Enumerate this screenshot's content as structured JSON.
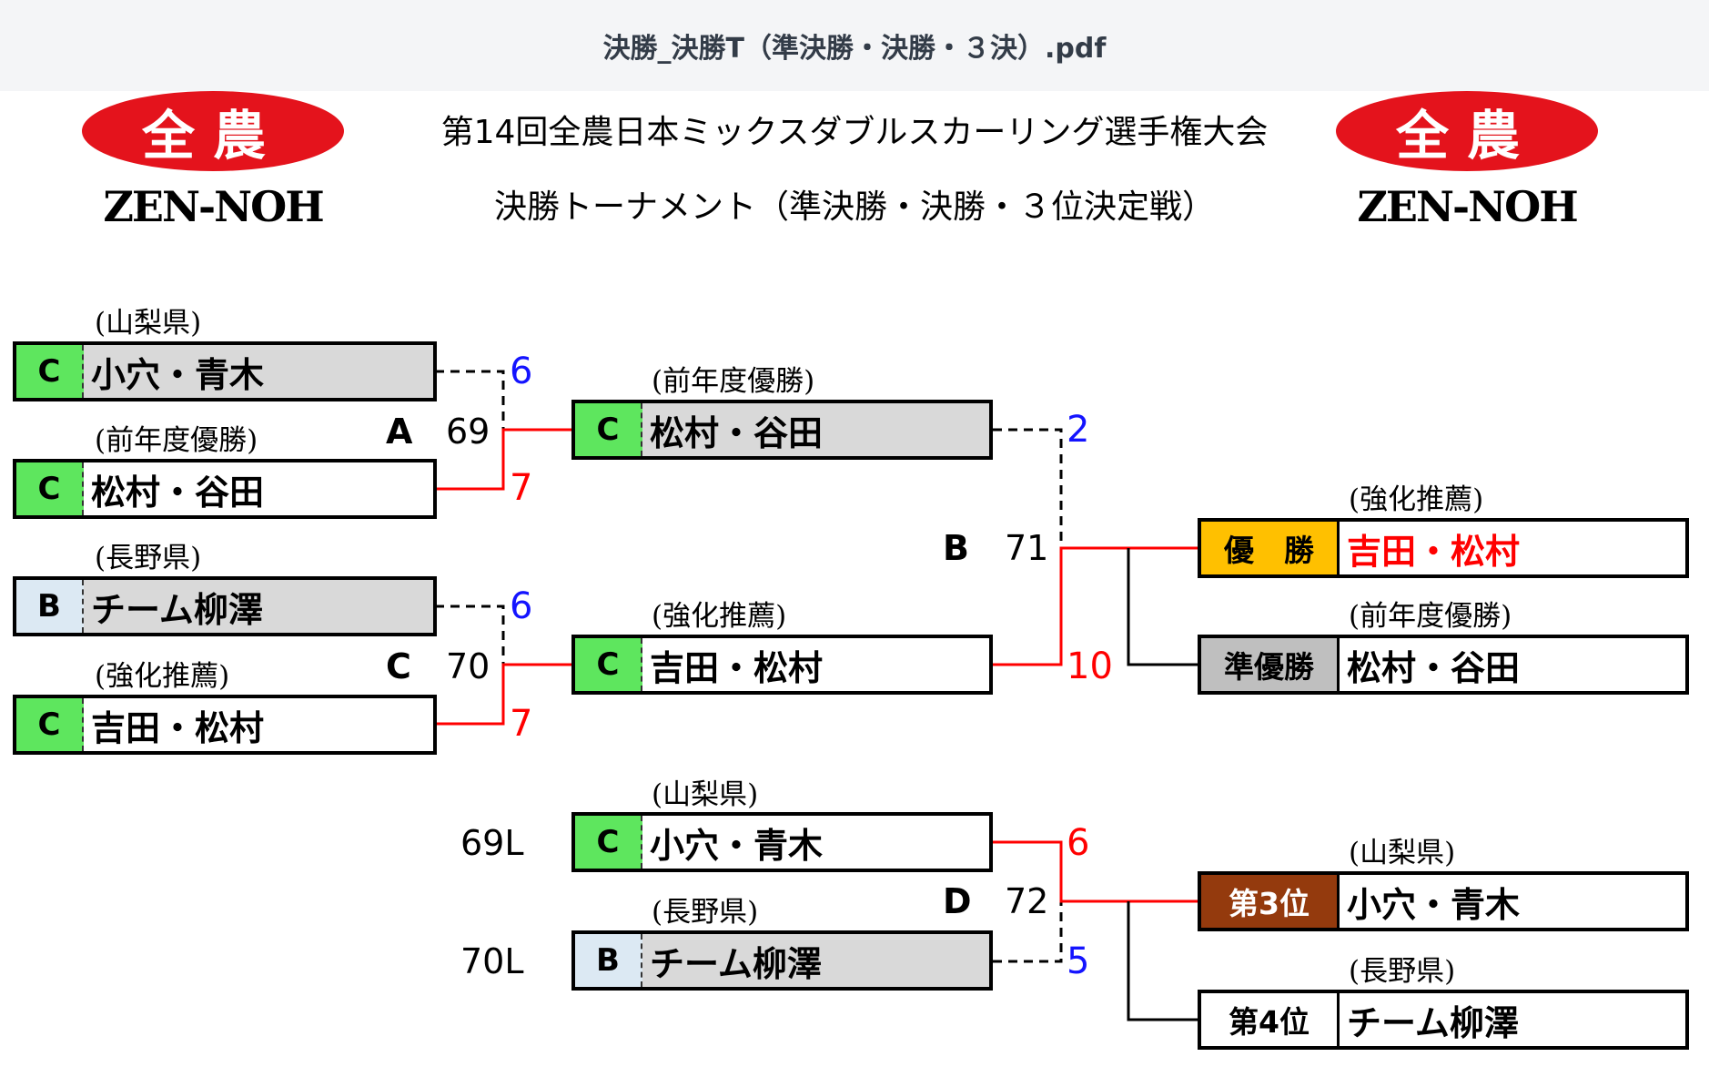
{
  "file_title": "決勝_決勝T（準決勝・決勝・３決）.pdf",
  "logo": {
    "kanji": "全農",
    "word": "ZEN-NOH"
  },
  "heading": {
    "line1": "第14回全農日本ミックスダブルスカーリング選手権大会",
    "line2": "決勝トーナメント（準決勝・決勝・３位決定戦）"
  },
  "round1": [
    {
      "note": "(山梨県)",
      "badge": "C",
      "team": "小穴・青木",
      "score": "6"
    },
    {
      "note": "(前年度優勝)",
      "badge": "C",
      "team": "松村・谷田",
      "score": "7"
    },
    {
      "note": "(長野県)",
      "badge": "B",
      "team": "チーム柳澤",
      "score": "6"
    },
    {
      "note": "(強化推薦)",
      "badge": "C",
      "team": "吉田・松村",
      "score": "7"
    }
  ],
  "matches": {
    "A": {
      "label": "A",
      "number": "69"
    },
    "C": {
      "label": "C",
      "number": "70"
    },
    "B": {
      "label": "B",
      "number": "71"
    },
    "D": {
      "label": "D",
      "number": "72"
    }
  },
  "final": [
    {
      "note": "(前年度優勝)",
      "badge": "C",
      "team": "松村・谷田",
      "score": "2"
    },
    {
      "note": "(強化推薦)",
      "badge": "C",
      "team": "吉田・松村",
      "score": "10"
    }
  ],
  "third_place": [
    {
      "seed": "69L",
      "note": "(山梨県)",
      "badge": "C",
      "team": "小穴・青木",
      "score": "6"
    },
    {
      "seed": "70L",
      "note": "(長野県)",
      "badge": "B",
      "team": "チーム柳澤",
      "score": "5"
    }
  ],
  "results": [
    {
      "note": "(強化推薦)",
      "rank": "優　勝",
      "team": "吉田・松村"
    },
    {
      "note": "(前年度優勝)",
      "rank": "準優勝",
      "team": "松村・谷田"
    },
    {
      "note": "(山梨県)",
      "rank": "第3位",
      "team": "小穴・青木"
    },
    {
      "note": "(長野県)",
      "rank": "第4位",
      "team": "チーム柳澤"
    }
  ],
  "colors": {
    "winner_line": "#ff0000",
    "loser_line": "#000000",
    "loser_score": "#1414ff",
    "winner_score": "#ff0000",
    "badge_c": "#5ee65e",
    "badge_b": "#dce9f3",
    "champion": "#ffc000",
    "runner_up": "#bfbfbf",
    "third": "#943a0d"
  }
}
